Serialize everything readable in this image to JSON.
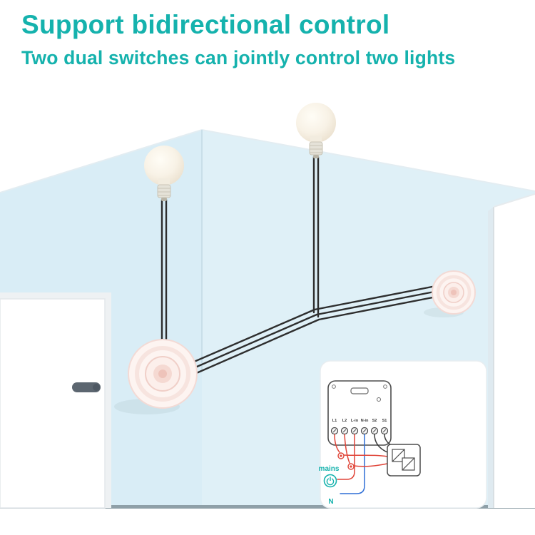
{
  "header": {
    "title": "Support bidirectional control",
    "subtitle": "Two dual switches can jointly control two lights"
  },
  "colors": {
    "accent": "#15b2ad",
    "wall": "#d9edf6",
    "wire": "#2e2e2e",
    "diagram_red": "#e04438",
    "diagram_blue": "#2f6fd6",
    "floor": "#8fa0a8"
  },
  "diagram": {
    "terminals": [
      "L1",
      "L2",
      "L-in",
      "N-in",
      "S2",
      "S1"
    ],
    "mains_label": "mains",
    "neutral_label": "N",
    "power_icon": "power-symbol"
  }
}
